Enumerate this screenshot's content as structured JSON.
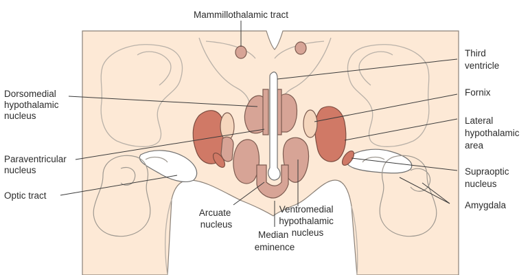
{
  "colors": {
    "tissue": "#fde9d6",
    "nucleus_light": "#d7a496",
    "nucleus_dark": "#d07966",
    "outline": "#b9b1a8"
  },
  "labels": {
    "mammillothalamic": "Mammillothalamic tract",
    "third_ventricle": [
      "Third",
      "ventricle"
    ],
    "dorsomedial": [
      "Dorsomedial",
      "hypothalamic",
      "nucleus"
    ],
    "fornix": "Fornix",
    "lateral": [
      "Lateral",
      "hypothalamic",
      "area"
    ],
    "paraventricular": [
      "Paraventricular",
      "nucleus"
    ],
    "supraoptic": [
      "Supraoptic",
      "nucleus"
    ],
    "optic_tract": "Optic tract",
    "amygdala": "Amygdala",
    "arcuate": [
      "Arcuate",
      "nucleus"
    ],
    "ventromedial": [
      "Ventromedial",
      "hypothalamic",
      "nucleus"
    ],
    "median": [
      "Median",
      "eminence"
    ]
  }
}
